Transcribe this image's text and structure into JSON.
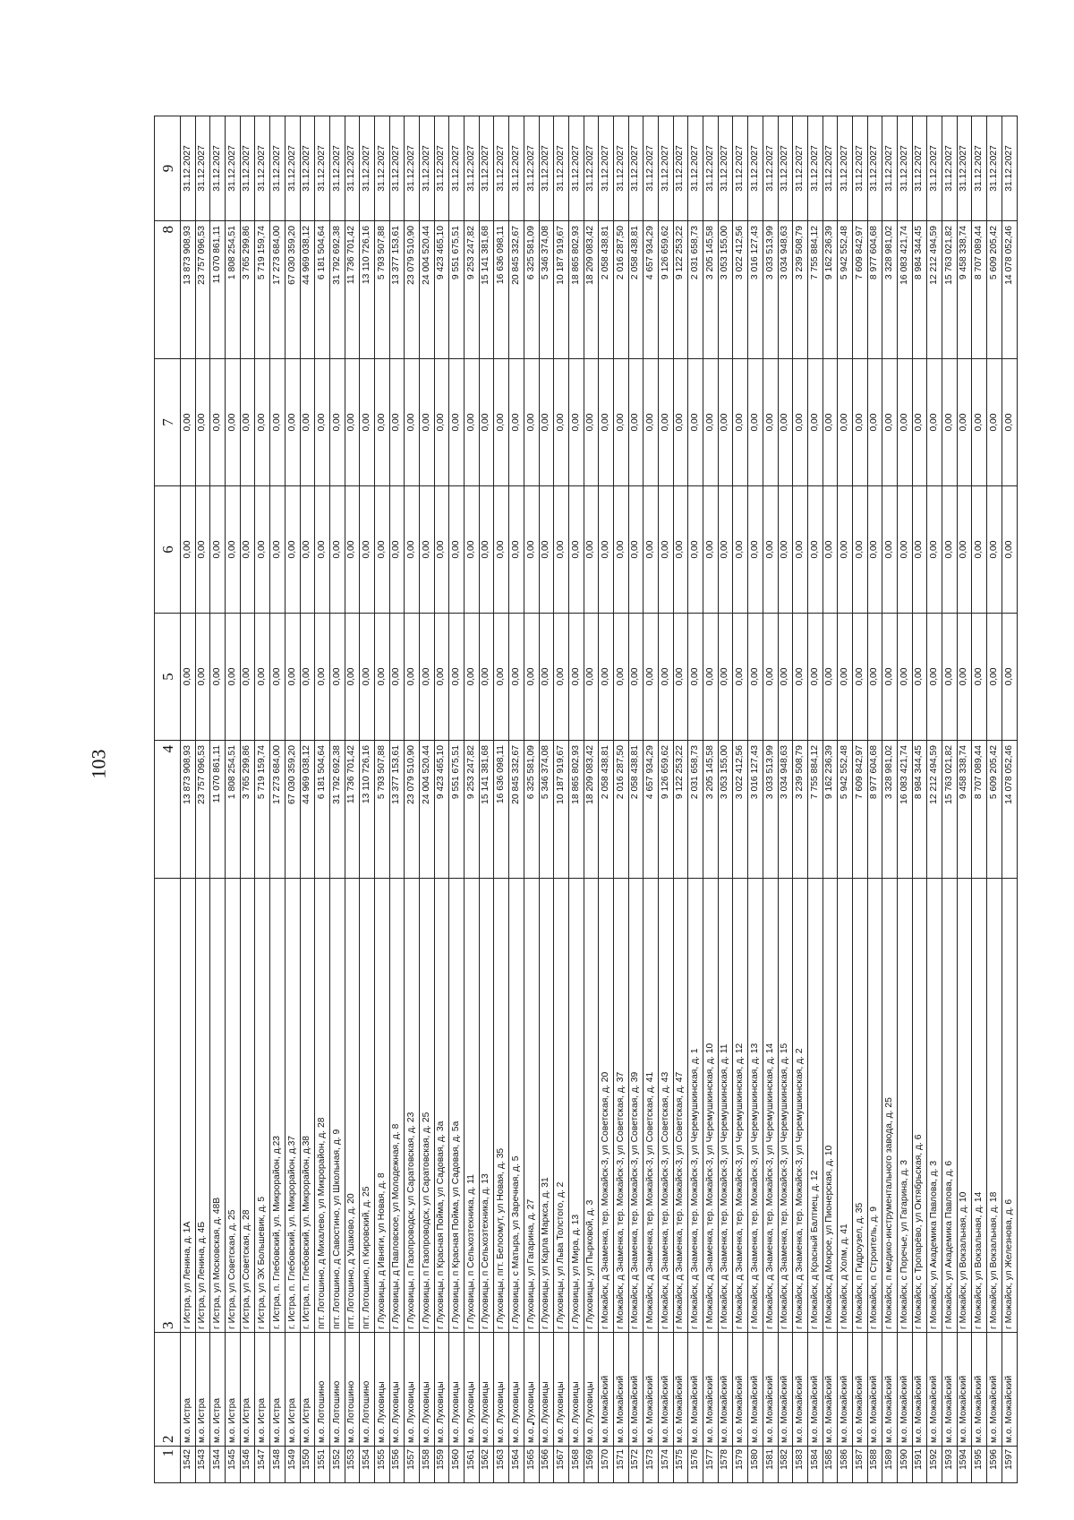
{
  "page_number": "103",
  "headers": [
    "1",
    "2",
    "3",
    "4",
    "5",
    "6",
    "7",
    "8",
    "9"
  ],
  "rows": [
    [
      "1542",
      "м.о. Истра",
      "г Истра, ул Ленина, д. 1А",
      "13 873 908,93",
      "0,00",
      "0,00",
      "0,00",
      "13 873 908,93",
      "31.12.2027"
    ],
    [
      "1543",
      "м.о. Истра",
      "г Истра, ул Ленина, д. 4Б",
      "23 757 096,53",
      "0,00",
      "0,00",
      "0,00",
      "23 757 096,53",
      "31.12.2027"
    ],
    [
      "1544",
      "м.о. Истра",
      "г Истра, ул Московская, д. 48В",
      "11 070 861,11",
      "0,00",
      "0,00",
      "0,00",
      "11 070 861,11",
      "31.12.2027"
    ],
    [
      "1545",
      "м.о. Истра",
      "г Истра, ул Советская, д. 25",
      "1 808 254,51",
      "0,00",
      "0,00",
      "0,00",
      "1 808 254,51",
      "31.12.2027"
    ],
    [
      "1546",
      "м.о. Истра",
      "г Истра, ул Советская, д. 28",
      "3 765 299,86",
      "0,00",
      "0,00",
      "0,00",
      "3 765 299,86",
      "31.12.2027"
    ],
    [
      "1547",
      "м.о. Истра",
      "г Истра, ул ЭХ Большевик, д. 5",
      "5 719 159,74",
      "0,00",
      "0,00",
      "0,00",
      "5 719 159,74",
      "31.12.2027"
    ],
    [
      "1548",
      "м.о. Истра",
      "г. Истра, п. Глебовский, ул. Микрорайон, д.23",
      "17 273 684,00",
      "0,00",
      "0,00",
      "0,00",
      "17 273 684,00",
      "31.12.2027"
    ],
    [
      "1549",
      "м.о. Истра",
      "г. Истра, п. Глебовский, ул. Микрорайон, д.37",
      "67 030 359,20",
      "0,00",
      "0,00",
      "0,00",
      "67 030 359,20",
      "31.12.2027"
    ],
    [
      "1550",
      "м.о. Истра",
      "г. Истра, п. Глебовский, ул. Микрорайон, д.38",
      "44 969 038,12",
      "0,00",
      "0,00",
      "0,00",
      "44 969 038,12",
      "31.12.2027"
    ],
    [
      "1551",
      "м.о. Лотошино",
      "пгт. Лотошино, д Михалево, ул Микрорайон, д. 28",
      "6 181 504,64",
      "0,00",
      "0,00",
      "0,00",
      "6 181 504,64",
      "31.12.2027"
    ],
    [
      "1552",
      "м.о. Лотошино",
      "пгт. Лотошино, д Савостино, ул Школьная, д. 9",
      "31 792 692,38",
      "0,00",
      "0,00",
      "0,00",
      "31 792 692,38",
      "31.12.2027"
    ],
    [
      "1553",
      "м.о. Лотошино",
      "пгт. Лотошино, д Ушаково, д. 20",
      "11 736 701,42",
      "0,00",
      "0,00",
      "0,00",
      "11 736 701,42",
      "31.12.2027"
    ],
    [
      "1554",
      "м.о. Лотошино",
      "пгт. Лотошино, п Кировский, д. 25",
      "13 110 726,16",
      "0,00",
      "0,00",
      "0,00",
      "13 110 726,16",
      "31.12.2027"
    ],
    [
      "1555",
      "м.о. Луховицы",
      "г Луховицы, д Ивняги, ул Новая, д. 8",
      "5 793 507,88",
      "0,00",
      "0,00",
      "0,00",
      "5 793 507,88",
      "31.12.2027"
    ],
    [
      "1556",
      "м.о. Луховицы",
      "г Луховицы, д Павловское, ул Молодежная, д. 8",
      "13 377 153,61",
      "0,00",
      "0,00",
      "0,00",
      "13 377 153,61",
      "31.12.2027"
    ],
    [
      "1557",
      "м.о. Луховицы",
      "г Луховицы, п Газопроводск, ул Саратовская, д. 23",
      "23 079 510,90",
      "0,00",
      "0,00",
      "0,00",
      "23 079 510,90",
      "31.12.2027"
    ],
    [
      "1558",
      "м.о. Луховицы",
      "г Луховицы, п Газопроводск, ул Саратовская, д. 25",
      "24 004 520,44",
      "0,00",
      "0,00",
      "0,00",
      "24 004 520,44",
      "31.12.2027"
    ],
    [
      "1559",
      "м.о. Луховицы",
      "г Луховицы, п Красная Пойма, ул Садовая, д. 3а",
      "9 423 465,10",
      "0,00",
      "0,00",
      "0,00",
      "9 423 465,10",
      "31.12.2027"
    ],
    [
      "1560",
      "м.о. Луховицы",
      "г Луховицы, п Красная Пойма, ул Садовая, д. 5а",
      "9 551 675,51",
      "0,00",
      "0,00",
      "0,00",
      "9 551 675,51",
      "31.12.2027"
    ],
    [
      "1561",
      "м.о. Луховицы",
      "г Луховицы, п Сельхозтехника, д. 11",
      "9 253 247,82",
      "0,00",
      "0,00",
      "0,00",
      "9 253 247,82",
      "31.12.2027"
    ],
    [
      "1562",
      "м.о. Луховицы",
      "г Луховицы, п Сельхозтехника, д. 13",
      "15 141 381,68",
      "0,00",
      "0,00",
      "0,00",
      "15 141 381,68",
      "31.12.2027"
    ],
    [
      "1563",
      "м.о. Луховицы",
      "г Луховицы, пгт. Белоомут, ул Новая, д. 35",
      "16 636 098,11",
      "0,00",
      "0,00",
      "0,00",
      "16 636 098,11",
      "31.12.2027"
    ],
    [
      "1564",
      "м.о. Луховицы",
      "г Луховицы, с Матыра, ул Заречная, д. 5",
      "20 845 332,67",
      "0,00",
      "0,00",
      "0,00",
      "20 845 332,67",
      "31.12.2027"
    ],
    [
      "1565",
      "м.о. Луховицы",
      "г Луховицы, ул Гагарина, д. 27",
      "6 325 581,09",
      "0,00",
      "0,00",
      "0,00",
      "6 325 581,09",
      "31.12.2027"
    ],
    [
      "1566",
      "м.о. Луховицы",
      "г Луховицы, ул Карла Маркса, д. 31",
      "5 346 374,08",
      "0,00",
      "0,00",
      "0,00",
      "5 346 374,08",
      "31.12.2027"
    ],
    [
      "1567",
      "м.о. Луховицы",
      "г Луховицы, ул Льва Толстого, д. 2",
      "10 187 919,67",
      "0,00",
      "0,00",
      "0,00",
      "10 187 919,67",
      "31.12.2027"
    ],
    [
      "1568",
      "м.о. Луховицы",
      "г Луховицы, ул Мира, д. 13",
      "18 865 802,93",
      "0,00",
      "0,00",
      "0,00",
      "18 865 802,93",
      "31.12.2027"
    ],
    [
      "1569",
      "м.о. Луховицы",
      "г Луховицы, ул Пырковой, д. 3",
      "18 209 083,42",
      "0,00",
      "0,00",
      "0,00",
      "18 209 083,42",
      "31.12.2027"
    ],
    [
      "1570",
      "м.о. Можайский",
      "г Можайск, д Знаменка, тер. Можайск-3, ул Советская, д. 20",
      "2 058 438,81",
      "0,00",
      "0,00",
      "0,00",
      "2 058 438,81",
      "31.12.2027"
    ],
    [
      "1571",
      "м.о. Можайский",
      "г Можайск, д Знаменка, тер. Можайск-3, ул Советская, д. 37",
      "2 016 287,50",
      "0,00",
      "0,00",
      "0,00",
      "2 016 287,50",
      "31.12.2027"
    ],
    [
      "1572",
      "м.о. Можайский",
      "г Можайск, д Знаменка, тер. Можайск-3, ул Советская, д. 39",
      "2 058 438,81",
      "0,00",
      "0,00",
      "0,00",
      "2 058 438,81",
      "31.12.2027"
    ],
    [
      "1573",
      "м.о. Можайский",
      "г Можайск, д Знаменка, тер. Можайск-3, ул Советская, д. 41",
      "4 657 934,29",
      "0,00",
      "0,00",
      "0,00",
      "4 657 934,29",
      "31.12.2027"
    ],
    [
      "1574",
      "м.о. Можайский",
      "г Можайск, д Знаменка, тер. Можайск-3, ул Советская, д. 43",
      "9 126 659,62",
      "0,00",
      "0,00",
      "0,00",
      "9 126 659,62",
      "31.12.2027"
    ],
    [
      "1575",
      "м.о. Можайский",
      "г Можайск, д Знаменка, тер. Можайск-3, ул Советская, д. 47",
      "9 122 253,22",
      "0,00",
      "0,00",
      "0,00",
      "9 122 253,22",
      "31.12.2027"
    ],
    [
      "1576",
      "м.о. Можайский",
      "г Можайск, д Знаменка, тер. Можайск-3, ул Черемушкинская, д. 1",
      "2 031 658,73",
      "0,00",
      "0,00",
      "0,00",
      "2 031 658,73",
      "31.12.2027"
    ],
    [
      "1577",
      "м.о. Можайский",
      "г Можайск, д Знаменка, тер. Можайск-3, ул Черемушкинская, д. 10",
      "3 205 145,58",
      "0,00",
      "0,00",
      "0,00",
      "3 205 145,58",
      "31.12.2027"
    ],
    [
      "1578",
      "м.о. Можайский",
      "г Можайск, д Знаменка, тер. Можайск-3, ул Черемушкинская, д. 11",
      "3 053 155,00",
      "0,00",
      "0,00",
      "0,00",
      "3 053 155,00",
      "31.12.2027"
    ],
    [
      "1579",
      "м.о. Можайский",
      "г Можайск, д Знаменка, тер. Можайск-3, ул Черемушкинская, д. 12",
      "3 022 412,56",
      "0,00",
      "0,00",
      "0,00",
      "3 022 412,56",
      "31.12.2027"
    ],
    [
      "1580",
      "м.о. Можайский",
      "г Можайск, д Знаменка, тер. Можайск-3, ул Черемушкинская, д. 13",
      "3 016 127,43",
      "0,00",
      "0,00",
      "0,00",
      "3 016 127,43",
      "31.12.2027"
    ],
    [
      "1581",
      "м.о. Можайский",
      "г Можайск, д Знаменка, тер. Можайск-3, ул Черемушкинская, д. 14",
      "3 033 513,99",
      "0,00",
      "0,00",
      "0,00",
      "3 033 513,99",
      "31.12.2027"
    ],
    [
      "1582",
      "м.о. Можайский",
      "г Можайск, д Знаменка, тер. Можайск-3, ул Черемушкинская, д. 15",
      "3 034 948,63",
      "0,00",
      "0,00",
      "0,00",
      "3 034 948,63",
      "31.12.2027"
    ],
    [
      "1583",
      "м.о. Можайский",
      "г Можайск, д Знаменка, тер. Можайск-3, ул Черемушкинская, д. 2",
      "3 239 508,79",
      "0,00",
      "0,00",
      "0,00",
      "3 239 508,79",
      "31.12.2027"
    ],
    [
      "1584",
      "м.о. Можайский",
      "г Можайск, д Красный Балтиец, д. 12",
      "7 755 884,12",
      "0,00",
      "0,00",
      "0,00",
      "7 755 884,12",
      "31.12.2027"
    ],
    [
      "1585",
      "м.о. Можайский",
      "г Можайск, д Мокрое, ул Пионерская, д. 10",
      "9 162 236,39",
      "0,00",
      "0,00",
      "0,00",
      "9 162 236,39",
      "31.12.2027"
    ],
    [
      "1586",
      "м.о. Можайский",
      "г Можайск, д Холм, д. 41",
      "5 942 552,48",
      "0,00",
      "0,00",
      "0,00",
      "5 942 552,48",
      "31.12.2027"
    ],
    [
      "1587",
      "м.о. Можайский",
      "г Можайск, п Гидроузел, д. 35",
      "7 609 842,97",
      "0,00",
      "0,00",
      "0,00",
      "7 609 842,97",
      "31.12.2027"
    ],
    [
      "1588",
      "м.о. Можайский",
      "г Можайск, п Строитель, д. 9",
      "8 977 604,68",
      "0,00",
      "0,00",
      "0,00",
      "8 977 604,68",
      "31.12.2027"
    ],
    [
      "1589",
      "м.о. Можайский",
      "г Можайск, п медико-инструментального завода, д. 25",
      "3 328 981,02",
      "0,00",
      "0,00",
      "0,00",
      "3 328 981,02",
      "31.12.2027"
    ],
    [
      "1590",
      "м.о. Можайский",
      "г Можайск, с Поречье, ул Гагарина, д. 3",
      "16 083 421,74",
      "0,00",
      "0,00",
      "0,00",
      "16 083 421,74",
      "31.12.2027"
    ],
    [
      "1591",
      "м.о. Можайский",
      "г Можайск, с Тропарёво, ул Октябрьская, д. 6",
      "8 984 344,45",
      "0,00",
      "0,00",
      "0,00",
      "8 984 344,45",
      "31.12.2027"
    ],
    [
      "1592",
      "м.о. Можайский",
      "г Можайск, ул Академика Павлова, д. 3",
      "12 212 494,59",
      "0,00",
      "0,00",
      "0,00",
      "12 212 494,59",
      "31.12.2027"
    ],
    [
      "1593",
      "м.о. Можайский",
      "г Можайск, ул Академика Павлова, д. 6",
      "15 763 021,82",
      "0,00",
      "0,00",
      "0,00",
      "15 763 021,82",
      "31.12.2027"
    ],
    [
      "1594",
      "м.о. Можайский",
      "г Можайск, ул Вокзальная, д. 10",
      "9 458 338,74",
      "0,00",
      "0,00",
      "0,00",
      "9 458 338,74",
      "31.12.2027"
    ],
    [
      "1595",
      "м.о. Можайский",
      "г Можайск, ул Вокзальная, д. 14",
      "8 707 089,44",
      "0,00",
      "0,00",
      "0,00",
      "8 707 089,44",
      "31.12.2027"
    ],
    [
      "1596",
      "м.о. Можайский",
      "г Можайск, ул Вокзальная, д. 18",
      "5 609 205,42",
      "0,00",
      "0,00",
      "0,00",
      "5 609 205,42",
      "31.12.2027"
    ],
    [
      "1597",
      "м.о. Можайский",
      "г Можайск, ул Железнова, д. 6",
      "14 078 052,46",
      "0,00",
      "0,00",
      "0,00",
      "14 078 052,46",
      "31.12.2027"
    ]
  ]
}
